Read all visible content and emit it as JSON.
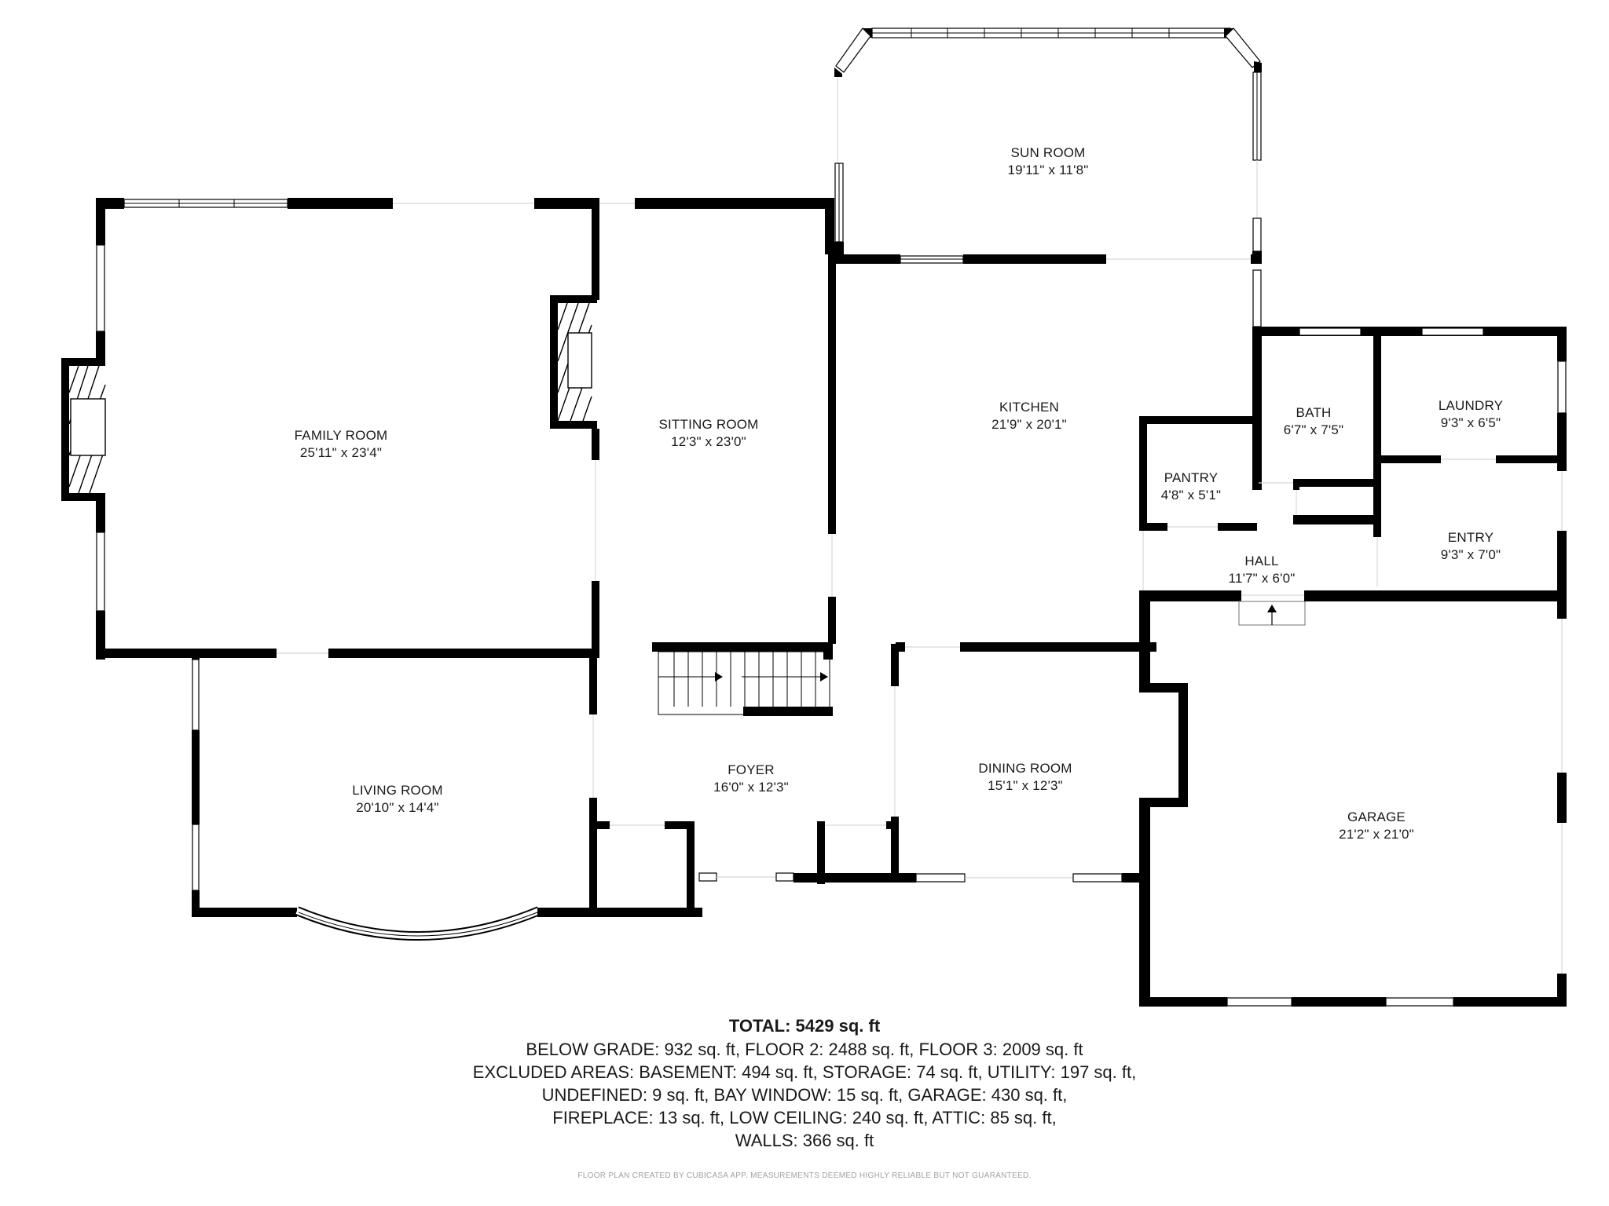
{
  "rooms": {
    "sun_room": {
      "name": "SUN ROOM",
      "dims": "19'11\" x 11'8\""
    },
    "family_room": {
      "name": "FAMILY ROOM",
      "dims": "25'11\" x 23'4\""
    },
    "sitting_room": {
      "name": "SITTING ROOM",
      "dims": "12'3\" x 23'0\""
    },
    "kitchen": {
      "name": "KITCHEN",
      "dims": "21'9\" x 20'1\""
    },
    "bath": {
      "name": "BATH",
      "dims": "6'7\" x 7'5\""
    },
    "laundry": {
      "name": "LAUNDRY",
      "dims": "9'3\" x 6'5\""
    },
    "pantry": {
      "name": "PANTRY",
      "dims": "4'8\" x 5'1\""
    },
    "hall": {
      "name": "HALL",
      "dims": "11'7\" x 6'0\""
    },
    "entry": {
      "name": "ENTRY",
      "dims": "9'3\" x 7'0\""
    },
    "living_room": {
      "name": "LIVING ROOM",
      "dims": "20'10\" x 14'4\""
    },
    "foyer": {
      "name": "FOYER",
      "dims": "16'0\" x 12'3\""
    },
    "dining_room": {
      "name": "DINING ROOM",
      "dims": "15'1\" x 12'3\""
    },
    "garage": {
      "name": "GARAGE",
      "dims": "21'2\" x 21'0\""
    }
  },
  "summary": {
    "total": "TOTAL: 5429 sq. ft",
    "lines": [
      "BELOW GRADE: 932 sq. ft, FLOOR 2: 2488 sq. ft, FLOOR 3: 2009 sq. ft",
      "EXCLUDED AREAS: BASEMENT: 494 sq. ft, STORAGE: 74 sq. ft, UTILITY: 197 sq. ft,",
      "UNDEFINED: 9 sq. ft, BAY WINDOW: 15 sq. ft, GARAGE: 430 sq. ft,",
      "FIREPLACE: 13 sq. ft, LOW CEILING: 240 sq. ft, ATTIC: 85 sq. ft,",
      "WALLS: 366 sq. ft"
    ]
  },
  "footer": "FLOOR PLAN CREATED BY CUBICASA APP. MEASUREMENTS DEEMED HIGHLY RELIABLE BUT NOT GUARANTEED.",
  "colors": {
    "wall": "#000000",
    "background": "#ffffff",
    "footer_text": "#a0a0a0"
  }
}
